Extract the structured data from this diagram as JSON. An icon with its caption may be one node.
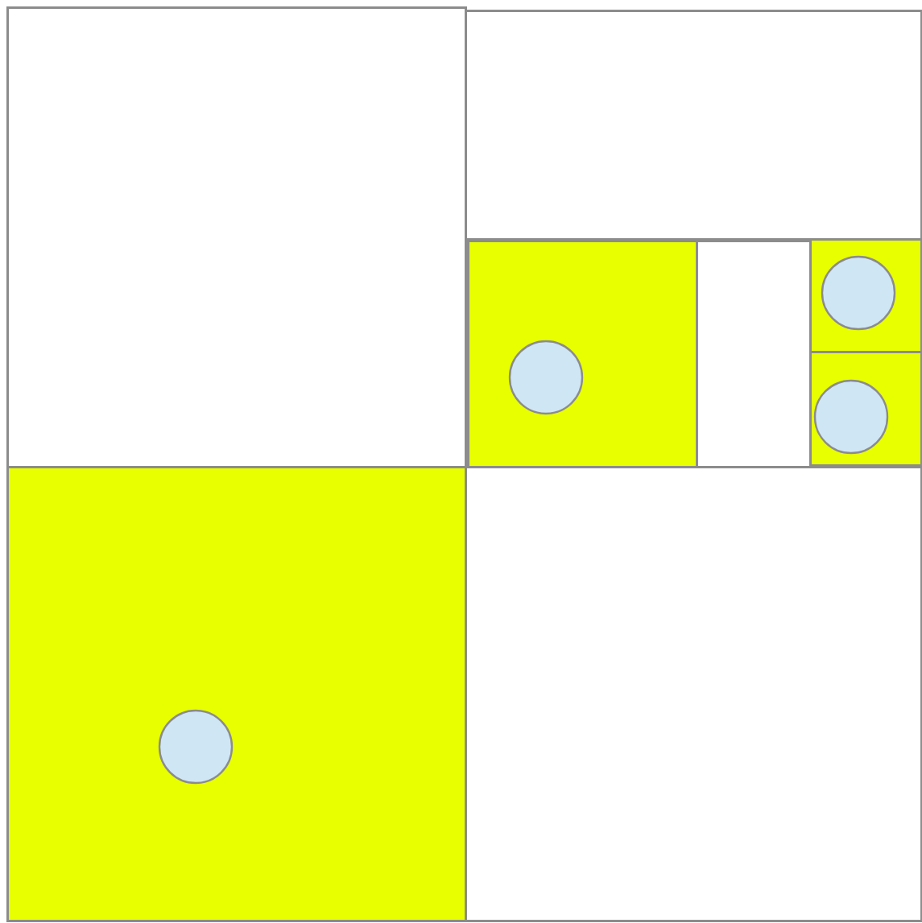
{
  "diagram": {
    "nodes": [
      {
        "text": [],
        "shape": "box"
      },
      {
        "text": [],
        "shape": "box"
      },
      {
        "text": [],
        "shape": "box"
      },
      {
        "text": [],
        "shape": "circle",
        "in": 2
      },
      {
        "text": [],
        "shape": "box"
      },
      {
        "text": [],
        "shape": "box"
      },
      {
        "text": [],
        "shape": "circle",
        "in": 5
      },
      {
        "text": [],
        "shape": "box"
      },
      {
        "text": [],
        "shape": "circle",
        "in": 7
      },
      {
        "text": [],
        "shape": "box"
      },
      {
        "text": [],
        "shape": "circle",
        "in": 9
      },
      {
        "text": [],
        "shape": "box"
      }
    ]
  }
}
